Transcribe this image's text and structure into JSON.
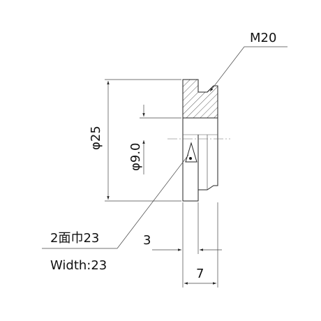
{
  "drawing": {
    "thread_label": "M20",
    "outer_diameter_label": "φ25",
    "bore_diameter_label": "φ9.0",
    "across_flats_label_jp": "2面巾23",
    "across_flats_label_en": "Width:23",
    "flange_thickness_label": "3",
    "total_length_label": "7"
  }
}
